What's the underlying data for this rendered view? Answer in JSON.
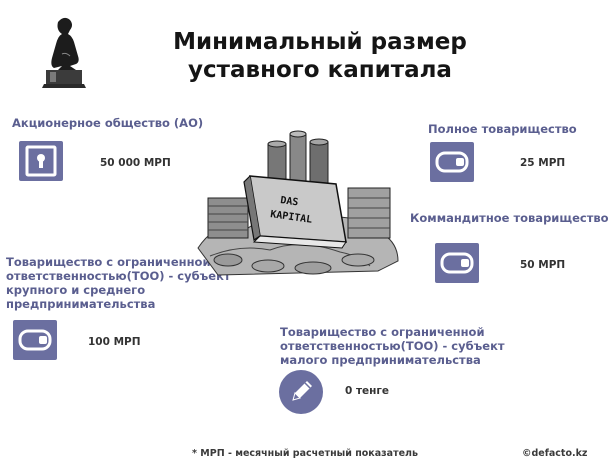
{
  "title": {
    "line1": "Минимальный размер",
    "line2": "уставного капитала"
  },
  "items": [
    {
      "label": "Акционерное общество (АО)",
      "value": "50 000 МРП",
      "icon": "safe-icon"
    },
    {
      "label": "Полное товарищество",
      "value": "25 МРП",
      "icon": "wallet-icon"
    },
    {
      "label": "Коммандитное товарищество",
      "value": "50 МРП",
      "icon": "wallet-icon"
    },
    {
      "label_lines": [
        "Товарищество с ограниченной",
        "ответственностью(ТОО) - субъект",
        "крупного и среднего",
        "предпринимательства"
      ],
      "value": "100 МРП",
      "icon": "wallet-icon"
    },
    {
      "label_lines": [
        "Товарищество с ограниченной",
        "ответственностью(ТОО) - субъект",
        "малого предпринимательства"
      ],
      "value": "0 тенге",
      "icon": "pencil-icon"
    }
  ],
  "illustration": {
    "book_text_1": "DAS",
    "book_text_2": "KAPITAL"
  },
  "footnote": "* МРП - месячный расчетный показатель",
  "credit": "©defacto.kz",
  "colors": {
    "accent": "#6b6fa0",
    "label": "#5a5e8f"
  }
}
